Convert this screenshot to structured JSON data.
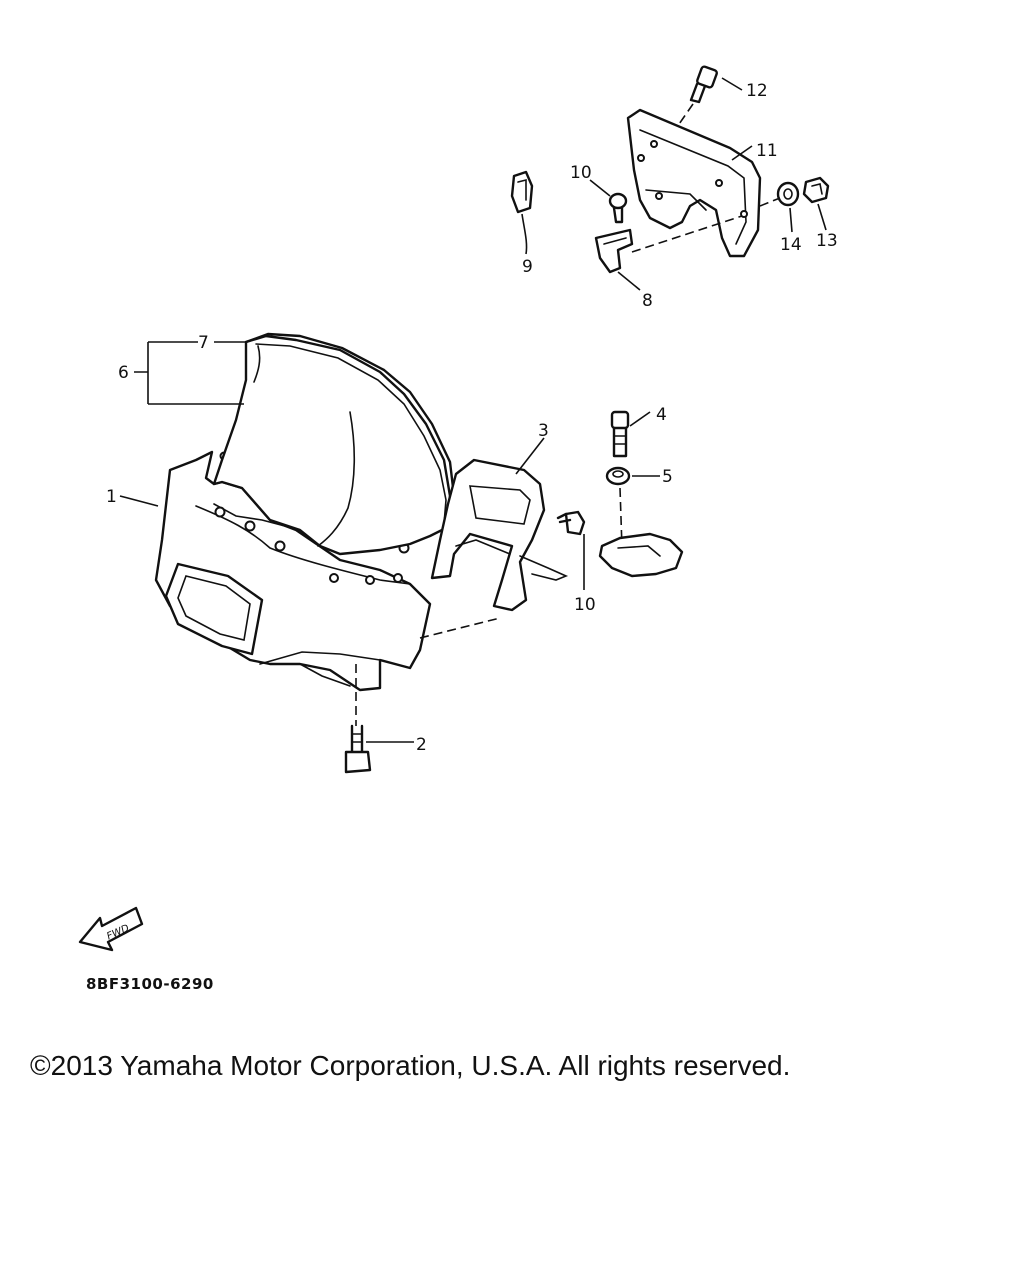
{
  "diagram": {
    "catalog_code": "8BF3100-6290",
    "copyright": "©2013 Yamaha Motor Corporation, U.S.A. All rights reserved.",
    "fwd_label": "FWD",
    "callouts": {
      "c1": "1",
      "c2": "2",
      "c3": "3",
      "c4": "4",
      "c5": "5",
      "c6": "6",
      "c7": "7",
      "c8": "8",
      "c9": "9",
      "c10a": "10",
      "c10b": "10",
      "c11": "11",
      "c12": "12",
      "c13": "13",
      "c14": "14"
    }
  }
}
